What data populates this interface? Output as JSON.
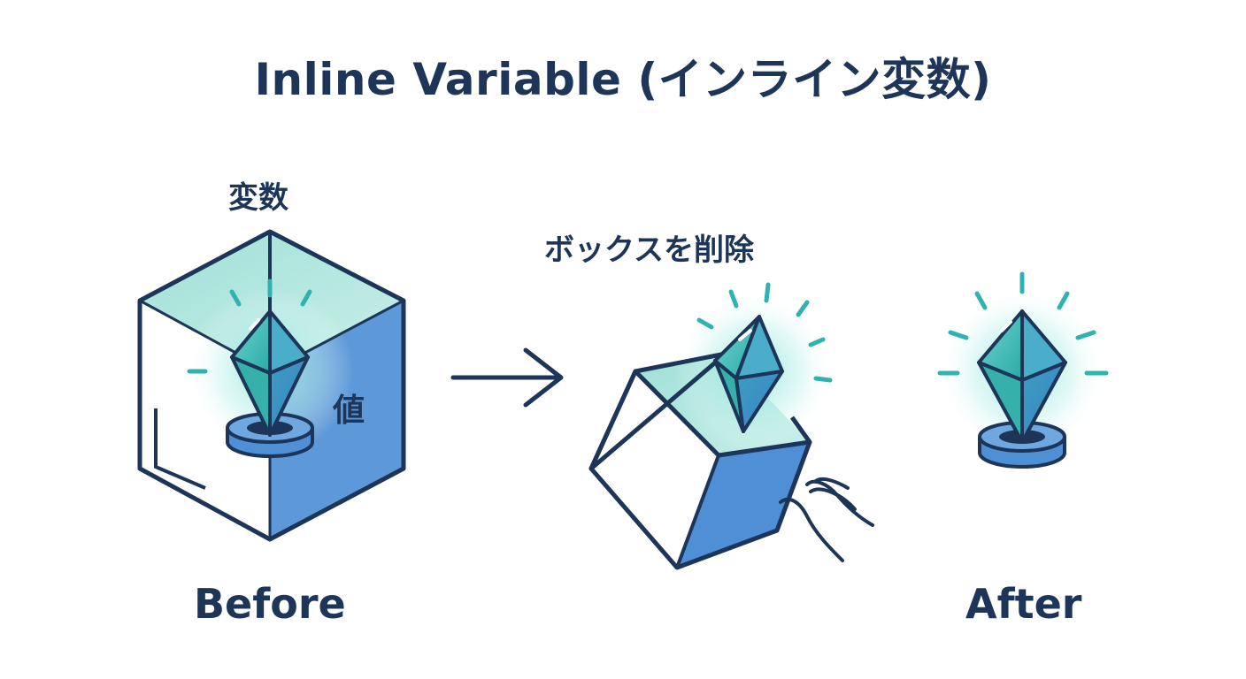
{
  "title": "Inline Variable (インライン変数)",
  "labels": {
    "variable": "変数",
    "value": "値",
    "remove_box": "ボックスを削除",
    "before": "Before",
    "after": "After"
  },
  "icons": {
    "variable_box": "cube-icon",
    "value_gem": "gem-icon",
    "transition": "arrow-right-icon",
    "removing_hand": "hand-icon"
  },
  "colors": {
    "outline": "#1c3558",
    "teal": "#2fb3b0",
    "teal_light": "#a9e3dc",
    "blue": "#4f8fd6",
    "glow": "#8fe6d9"
  }
}
